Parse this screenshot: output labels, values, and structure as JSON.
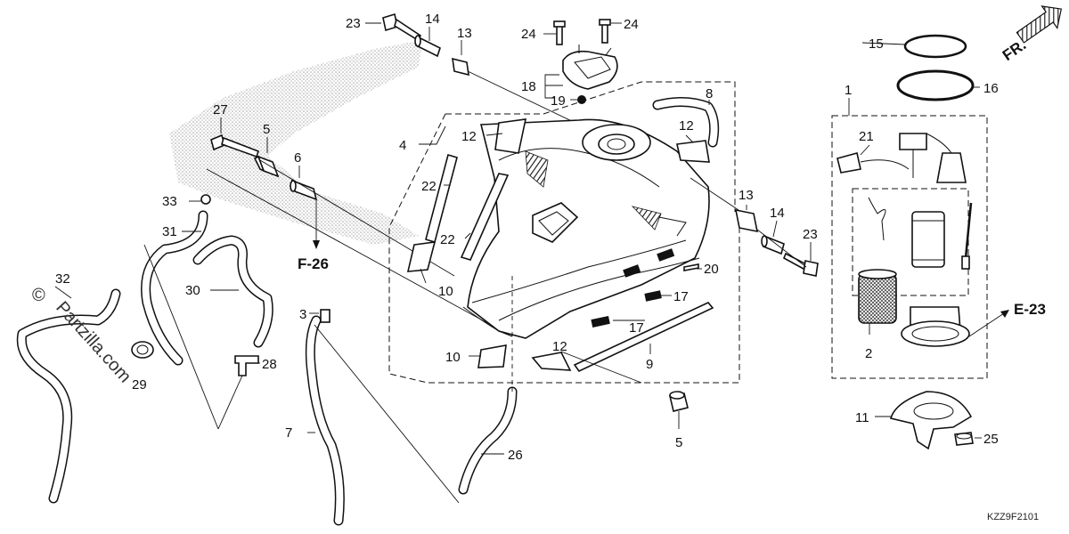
{
  "diagram": {
    "diagram_code": "KZZ9F2101",
    "front_marker": "FR.",
    "refs": {
      "f26": "F-26",
      "e23": "E-23"
    },
    "watermark": {
      "symbol": "©",
      "text": "Partzilla.com"
    },
    "callouts": {
      "c1": "1",
      "c2": "2",
      "c3": "3",
      "c4": "4",
      "c5a": "5",
      "c5b": "5",
      "c6": "6",
      "c7": "7",
      "c8": "8",
      "c9": "9",
      "c10a": "10",
      "c10b": "10",
      "c11": "11",
      "c12a": "12",
      "c12b": "12",
      "c12c": "12",
      "c13a": "13",
      "c13b": "13",
      "c14a": "14",
      "c14b": "14",
      "c15": "15",
      "c16": "16",
      "c17a": "17",
      "c17b": "17",
      "c18": "18",
      "c19": "19",
      "c20": "20",
      "c21": "21",
      "c22a": "22",
      "c22b": "22",
      "c23a": "23",
      "c23b": "23",
      "c24a": "24",
      "c24b": "24",
      "c25": "25",
      "c26": "26",
      "c27": "27",
      "c28": "28",
      "c29": "29",
      "c30": "30",
      "c31": "31",
      "c32": "32",
      "c33": "33"
    }
  }
}
